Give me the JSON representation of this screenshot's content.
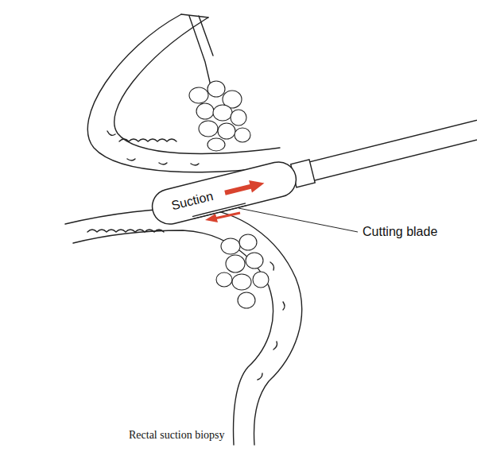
{
  "diagram": {
    "caption": "Rectal suction biopsy",
    "nodes": [
      {
        "text": [
          "Suction"
        ]
      }
    ],
    "labels": [
      "Cutting blade"
    ]
  }
}
